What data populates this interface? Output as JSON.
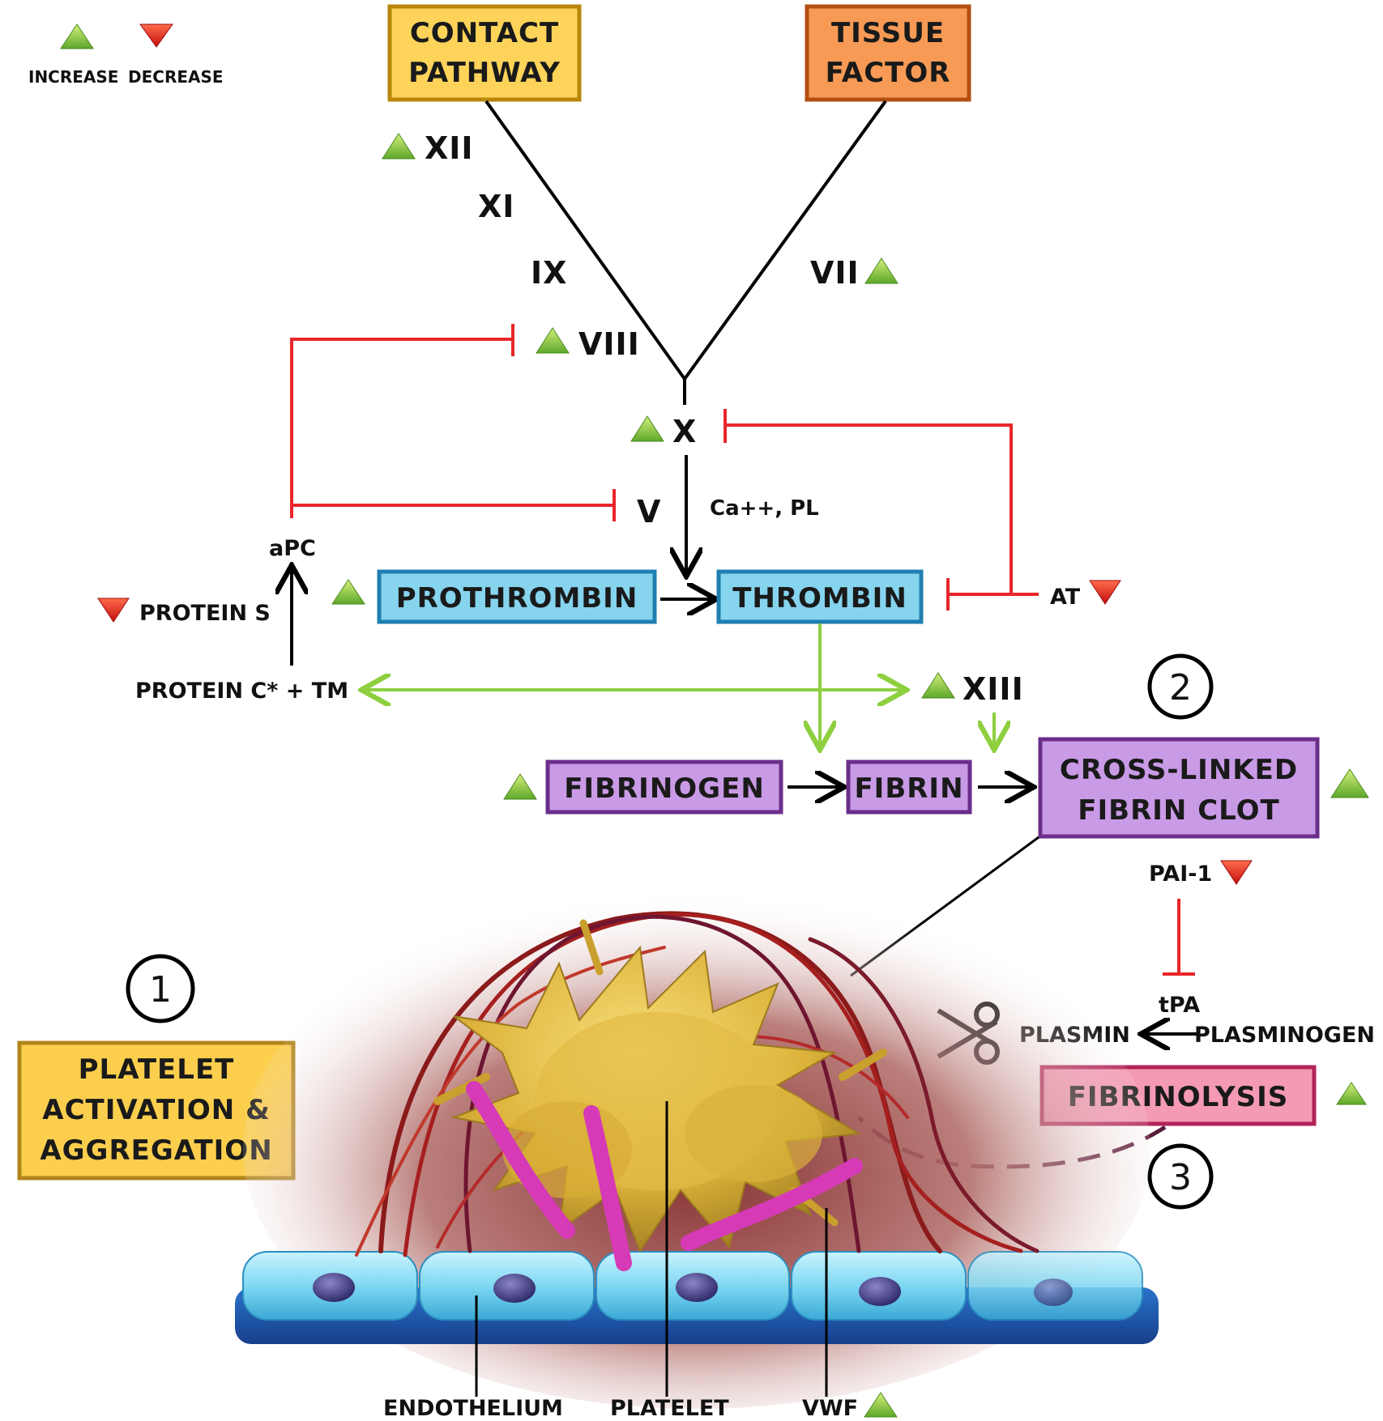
{
  "legend": {
    "increase": "INCREASE",
    "decrease": "DECREASE"
  },
  "boxes": {
    "contact_pathway": [
      "CONTACT",
      "PATHWAY"
    ],
    "tissue_factor": [
      "TISSUE",
      "FACTOR"
    ],
    "prothrombin": "PROTHROMBIN",
    "thrombin": "THROMBIN",
    "fibrinogen": "FIBRINOGEN",
    "fibrin": "FIBRIN",
    "cross_linked_clot": [
      "CROSS-LINKED",
      "FIBRIN CLOT"
    ],
    "fibrinolysis": "FIBRINOLYSIS",
    "platelet_activation": [
      "PLATELET",
      "ACTIVATION &",
      "AGGREGATION"
    ]
  },
  "factors": {
    "xii": "XII",
    "xi": "XI",
    "ix": "IX",
    "vii": "VII",
    "viii": "VIII",
    "x": "X",
    "v": "V",
    "xiii": "XIII"
  },
  "labels": {
    "ca_pl": "Ca++, PL",
    "apc": "aPC",
    "protein_s": "PROTEIN S",
    "protein_c_tm": "PROTEIN C* + TM",
    "at": "AT",
    "pai1": "PAI-1",
    "tpa": "tPA",
    "plasmin": "PLASMIN",
    "plasminogen": "PLASMINOGEN",
    "endothelium": "ENDOTHELIUM",
    "platelet": "PLATELET",
    "vwf": "VWF"
  },
  "steps": {
    "one": "1",
    "two": "2",
    "three": "3"
  },
  "colors": {
    "increase": "#8cc63f",
    "decrease": "#e0201b",
    "inhibition": "#e8262b",
    "thrombin_arrow": "#8dcf3f",
    "contact_fill": "#fdd35a",
    "contact_border": "#b8860b",
    "tissue_fill": "#f79a55",
    "tissue_border": "#b34f12",
    "blue_fill": "#86d4ee",
    "blue_border": "#1f7fb0",
    "purple_fill": "#c99ae6",
    "purple_border": "#6b2e8a",
    "pink_fill": "#f49ab4",
    "pink_border": "#b3245a",
    "platelet_box_fill": "#fbce4e",
    "platelet_box_border": "#b0851a"
  },
  "icons": [
    "triangle-up-icon",
    "triangle-down-icon",
    "scissors-icon"
  ]
}
